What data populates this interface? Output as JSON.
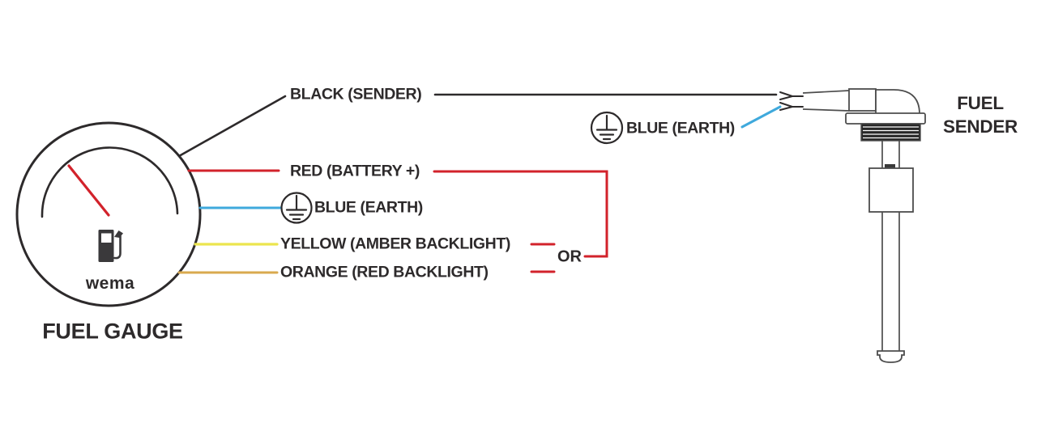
{
  "diagram": {
    "gauge": {
      "brand": "wema",
      "caption": "FUEL GAUGE"
    },
    "wire_labels": {
      "black": "BLACK (SENDER)",
      "red": "RED (BATTERY +)",
      "blue_gauge": "BLUE (EARTH)",
      "yellow": "YELLOW (AMBER BACKLIGHT)",
      "orange": "ORANGE (RED BACKLIGHT)",
      "or": "OR",
      "blue_sender": "BLUE (EARTH)"
    },
    "sender": {
      "caption": "FUEL\nSENDER"
    },
    "icons": {
      "earth_icon": "circled protective-earth ground symbol",
      "fuel_pump_icon": "fuel pump glyph on gauge face"
    }
  },
  "colors": {
    "bg": "#ffffff",
    "ink": "#2d2a2b",
    "draw": "#4d4d4d",
    "red": "#d2222b",
    "blue": "#3fa9dc",
    "yellow": "#ece54e",
    "orange": "#d9a94e"
  }
}
